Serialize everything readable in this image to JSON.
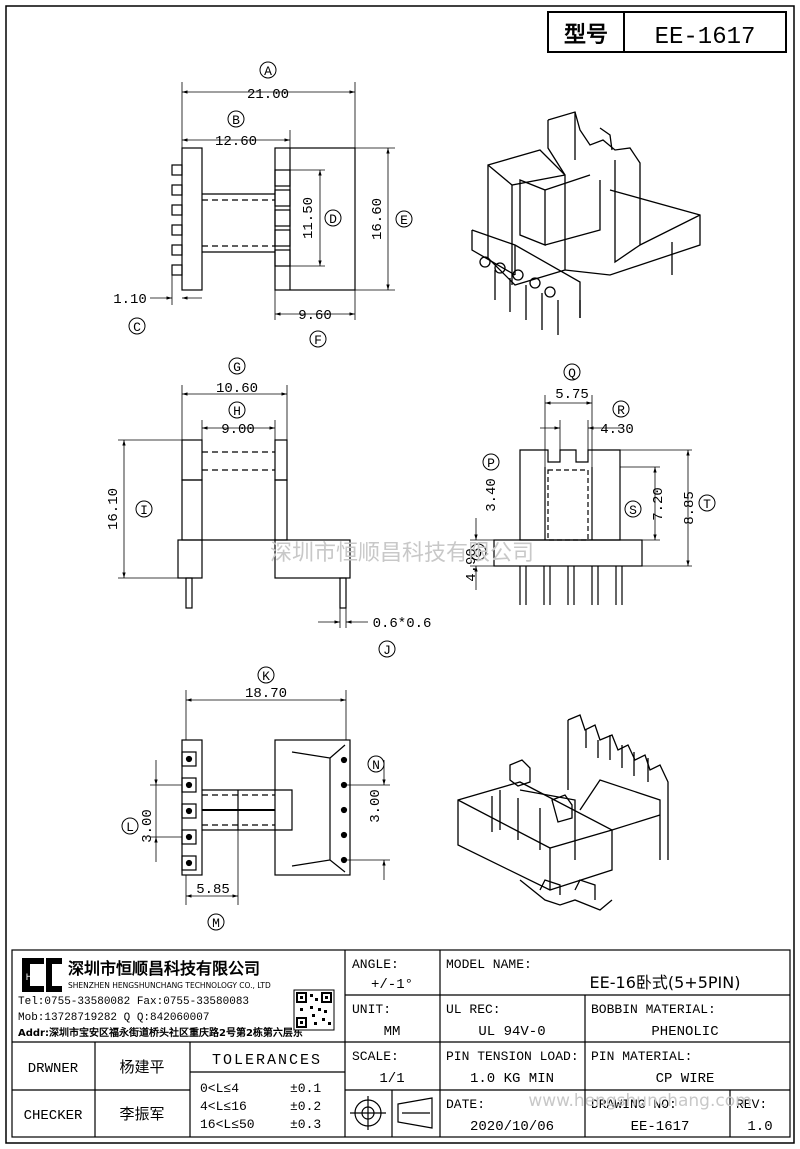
{
  "header": {
    "model_label": "型号",
    "model_value": "EE-1617"
  },
  "dims": {
    "A": {
      "letter": "A",
      "value": "21.00"
    },
    "B": {
      "letter": "B",
      "value": "12.60"
    },
    "C": {
      "letter": "C",
      "value": "1.10"
    },
    "D": {
      "letter": "D",
      "value": "11.50"
    },
    "E": {
      "letter": "E",
      "value": "16.60"
    },
    "F": {
      "letter": "F",
      "value": "9.60"
    },
    "G": {
      "letter": "G",
      "value": "10.60"
    },
    "H": {
      "letter": "H",
      "value": "9.00"
    },
    "I": {
      "letter": "I",
      "value": "16.10"
    },
    "J": {
      "letter": "J",
      "value": "0.6*0.6"
    },
    "K": {
      "letter": "K",
      "value": "18.70"
    },
    "L": {
      "letter": "L",
      "value": "3.00"
    },
    "M": {
      "letter": "M",
      "value": "5.85"
    },
    "N": {
      "letter": "N",
      "value": "3.00"
    },
    "O": {
      "letter": "O",
      "value": "4.90"
    },
    "P": {
      "letter": "P",
      "value": "3.40"
    },
    "Q": {
      "letter": "Q",
      "value": "5.75"
    },
    "R": {
      "letter": "R",
      "value": "4.30"
    },
    "S": {
      "letter": "S",
      "value": "7.20"
    },
    "T": {
      "letter": "T",
      "value": "8.85"
    }
  },
  "watermark": "深圳市恒顺昌科技有限公司",
  "watermark_url": "www.hengshunchang.com",
  "company": {
    "name_cn": "深圳市恒顺昌科技有限公司",
    "name_en": "SHENZHEN HENGSHUNCHANG TECHNOLOGY CO., LTD",
    "tel_fax": "Tel:0755-33580082 Fax:0755-33580083",
    "mob_qq": "Mob:13728719282   Q  Q:842060007",
    "addr": "Addr:深圳市宝安区福永街道桥头社区重庆路2号第2栋第六层东"
  },
  "title_block": {
    "angle_label": "ANGLE:",
    "angle_value": "+/-1°",
    "unit_label": "UNIT:",
    "unit_value": "MM",
    "scale_label": "SCALE:",
    "scale_value": "1/1",
    "model_name_label": "MODEL NAME:",
    "model_name_value": "EE-16卧式(5+5PIN)",
    "ul_label": "UL REC:",
    "ul_value": "UL 94V-0",
    "bobbin_label": "BOBBIN MATERIAL:",
    "bobbin_value": "PHENOLIC",
    "tension_label": "PIN TENSION LOAD:",
    "tension_value": "1.0 KG MIN",
    "pin_material_label": "PIN MATERIAL:",
    "pin_material_value": "CP WIRE",
    "date_label": "DATE:",
    "date_value": "2020/10/06",
    "drawing_label": "DRAWING NO:",
    "drawing_value": "EE-1617",
    "rev_label": "REV:",
    "rev_value": "1.0",
    "drwner_label": "DRWNER",
    "drwner_value": "杨建平",
    "checker_label": "CHECKER",
    "checker_value": "李振军",
    "tolerances_label": "TOLERANCES",
    "tol_rows": [
      {
        "range": "0<L≤4",
        "tol": "±0.1"
      },
      {
        "range": "4<L≤16",
        "tol": "±0.2"
      },
      {
        "range": "16<L≤50",
        "tol": "±0.3"
      }
    ]
  }
}
